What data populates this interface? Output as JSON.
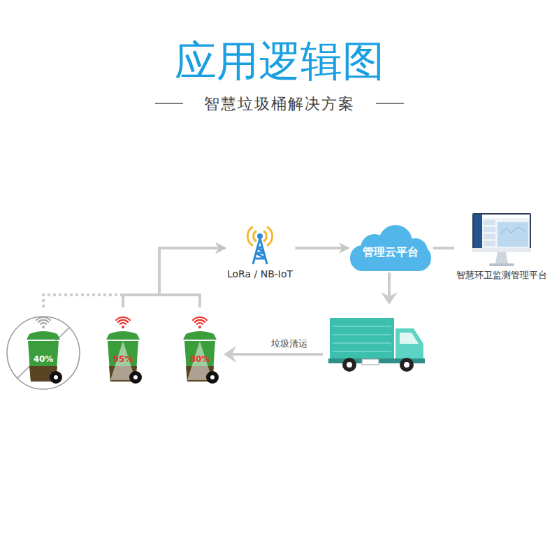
{
  "diagram": {
    "title": "应用逻辑图",
    "nodes": [
      {
        "text": [
          "LoRa / NB-IoT"
        ]
      },
      {
        "text": [
          "管理云平台"
        ]
      },
      {
        "text": [
          "智慧环卫监测管理平台"
        ]
      },
      {
        "text": [
          "40%"
        ]
      },
      {
        "text": [
          "95%"
        ]
      },
      {
        "text": [
          "80%"
        ]
      }
    ],
    "edges": [
      {
        "from": 3,
        "to": 0,
        "arrow": "to"
      },
      {
        "from": 4,
        "to": 0,
        "arrow": "to"
      },
      {
        "from": 5,
        "to": 0,
        "arrow": "to"
      },
      {
        "from": 0,
        "to": 1,
        "arrow": "to"
      },
      {
        "from": 1,
        "to": 2,
        "arrow": "none"
      }
    ],
    "labels": [
      "智慧垃圾桶解决方案",
      "垃圾清运"
    ]
  }
}
